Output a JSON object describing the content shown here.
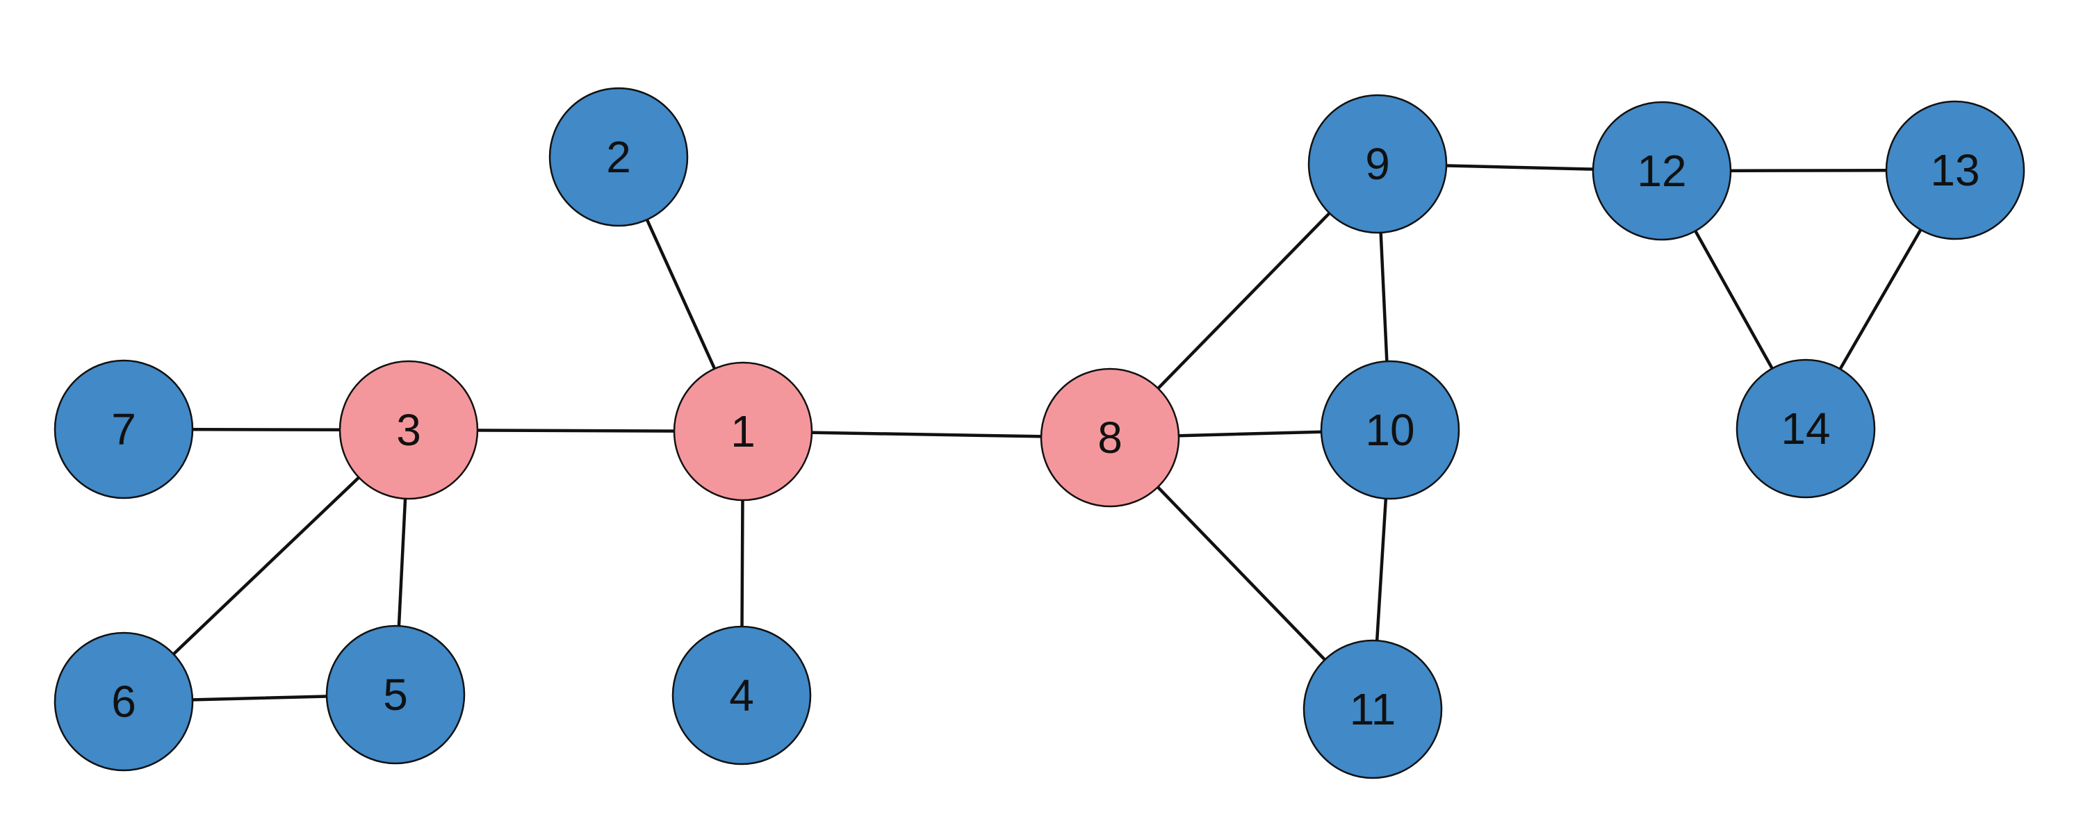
{
  "colors": {
    "background": "#ffffff",
    "highlight": "#f4979c",
    "default": "#4189c7",
    "stroke": "#111111"
  },
  "nodes": [
    {
      "id": "1",
      "label": "1",
      "highlighted": true
    },
    {
      "id": "2",
      "label": "2",
      "highlighted": false
    },
    {
      "id": "3",
      "label": "3",
      "highlighted": true
    },
    {
      "id": "4",
      "label": "4",
      "highlighted": false
    },
    {
      "id": "5",
      "label": "5",
      "highlighted": false
    },
    {
      "id": "6",
      "label": "6",
      "highlighted": false
    },
    {
      "id": "7",
      "label": "7",
      "highlighted": false
    },
    {
      "id": "8",
      "label": "8",
      "highlighted": true
    },
    {
      "id": "9",
      "label": "9",
      "highlighted": false
    },
    {
      "id": "10",
      "label": "10",
      "highlighted": false
    },
    {
      "id": "11",
      "label": "11",
      "highlighted": false
    },
    {
      "id": "12",
      "label": "12",
      "highlighted": false
    },
    {
      "id": "13",
      "label": "13",
      "highlighted": false
    },
    {
      "id": "14",
      "label": "14",
      "highlighted": false
    }
  ],
  "edges": [
    [
      "1",
      "2"
    ],
    [
      "1",
      "3"
    ],
    [
      "1",
      "4"
    ],
    [
      "1",
      "8"
    ],
    [
      "3",
      "7"
    ],
    [
      "3",
      "5"
    ],
    [
      "3",
      "6"
    ],
    [
      "5",
      "6"
    ],
    [
      "8",
      "9"
    ],
    [
      "8",
      "10"
    ],
    [
      "8",
      "11"
    ],
    [
      "9",
      "10"
    ],
    [
      "10",
      "11"
    ],
    [
      "9",
      "12"
    ],
    [
      "12",
      "13"
    ],
    [
      "12",
      "14"
    ],
    [
      "13",
      "14"
    ]
  ]
}
